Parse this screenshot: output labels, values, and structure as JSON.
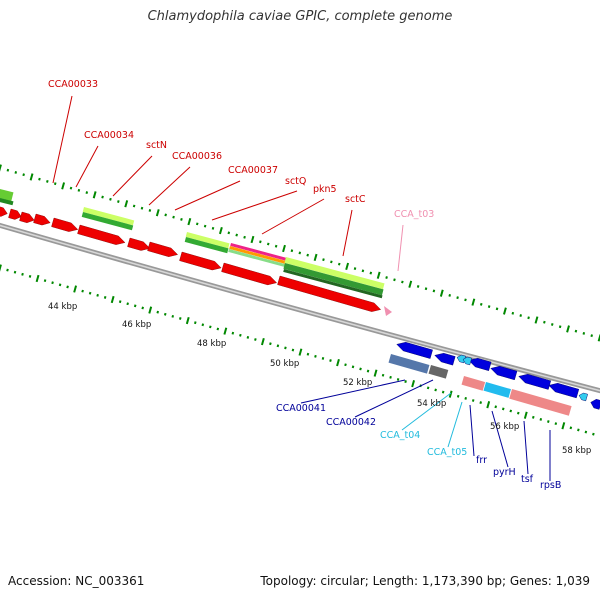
{
  "title": "Chlamydophila caviae GPIC, complete genome",
  "footer": {
    "accession": "Accession: NC_003361",
    "summary": "Topology: circular; Length: 1,173,390 bp; Genes: 1,039"
  },
  "ruler_labels": [
    "44 kbp",
    "46 kbp",
    "48 kbp",
    "50 kbp",
    "52 kbp",
    "54 kbp",
    "56 kbp",
    "58 kbp"
  ],
  "gene_labels": [
    {
      "text": "CCA00033",
      "group": "red"
    },
    {
      "text": "CCA00034",
      "group": "red"
    },
    {
      "text": "sctN",
      "group": "red"
    },
    {
      "text": "CCA00036",
      "group": "red"
    },
    {
      "text": "CCA00037",
      "group": "red"
    },
    {
      "text": "sctQ",
      "group": "red"
    },
    {
      "text": "pkn5",
      "group": "red"
    },
    {
      "text": "sctC",
      "group": "red"
    },
    {
      "text": "CCA_t03",
      "group": "pink"
    },
    {
      "text": "CCA00041",
      "group": "blue"
    },
    {
      "text": "CCA00042",
      "group": "blue"
    },
    {
      "text": "CCA_t04",
      "group": "cyan"
    },
    {
      "text": "CCA_t05",
      "group": "cyan"
    },
    {
      "text": "frr",
      "group": "blue"
    },
    {
      "text": "pyrH",
      "group": "blue"
    },
    {
      "text": "tsf",
      "group": "blue"
    },
    {
      "text": "rpsB",
      "group": "blue"
    }
  ],
  "colors": {
    "label_red": "#cc0000",
    "label_pink": "#f090b0",
    "label_blue": "#000099",
    "label_cyan": "#22bbdd",
    "cds_forward": "#ee0000",
    "cds_reverse": "#0000dd",
    "trna": "#33ccee",
    "backbone": "#999999",
    "tick": "#008800"
  }
}
